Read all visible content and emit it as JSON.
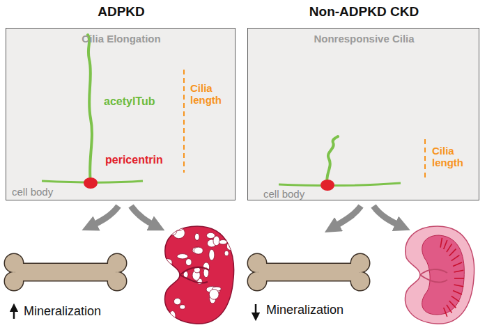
{
  "diagram": {
    "nodes": [
      {
        "text": [
          "ADPKD",
          "Cilia Elongation",
          "acetylTub",
          "pericentrin",
          "Cilia length",
          "cell body"
        ]
      },
      {
        "text": [
          "Non-ADPKD CKD",
          "Nonresponsive Cilia",
          "Cilia length",
          "cell body"
        ]
      }
    ],
    "labels": [
      "Mineralization",
      "Mineralization"
    ]
  }
}
